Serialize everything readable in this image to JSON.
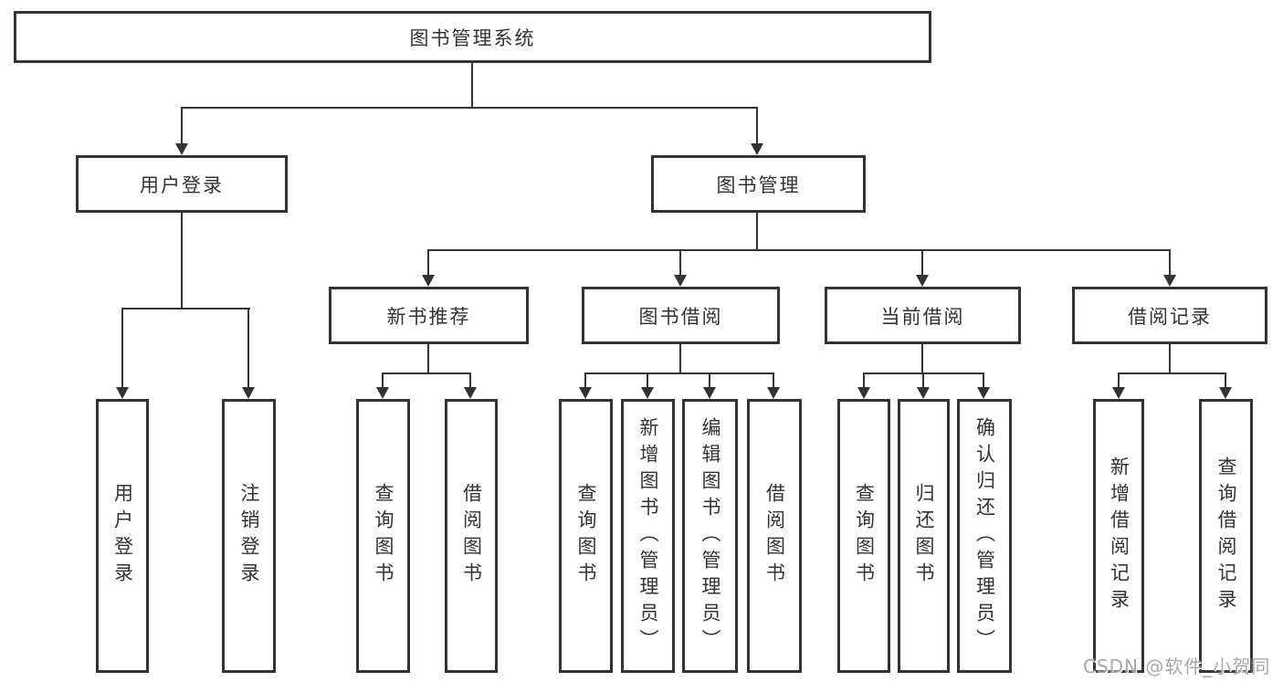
{
  "diagram": {
    "root": {
      "label": "图书管理系统"
    },
    "level2": {
      "user_login": {
        "label": "用户登录"
      },
      "book_mgmt": {
        "label": "图书管理"
      }
    },
    "level3": {
      "new_books": {
        "label": "新书推荐"
      },
      "book_borrow": {
        "label": "图书借阅"
      },
      "current_borrow": {
        "label": "当前借阅"
      },
      "borrow_records": {
        "label": "借阅记录"
      }
    },
    "leaves": {
      "user_login": [
        "用户登录",
        "注销登录"
      ],
      "new_books": [
        "查询图书",
        "借阅图书"
      ],
      "book_borrow": [
        "查询图书",
        "新增图书（管理员）",
        "编辑图书（管理员）",
        "借阅图书"
      ],
      "current_borrow": [
        "查询图书",
        "归还图书",
        "确认归还（管理员）"
      ],
      "borrow_records": [
        "新增借阅记录",
        "查询借阅记录"
      ]
    }
  },
  "watermark": "CSDN @软件_小贺同学",
  "colors": {
    "line": "#333333",
    "text": "#333333",
    "watermark": "#a8a8a8",
    "bg": "#ffffff"
  }
}
